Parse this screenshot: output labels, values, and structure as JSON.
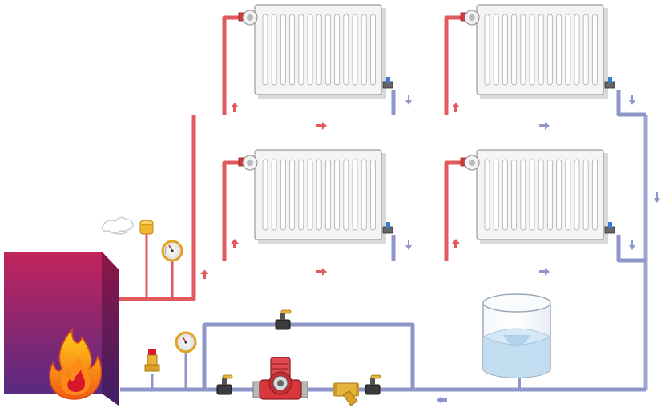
{
  "diagram": {
    "components": {
      "boiler": {
        "icon": "flame-icon"
      },
      "radiators": [
        {
          "id": "radiator-upper-left"
        },
        {
          "id": "radiator-upper-right"
        },
        {
          "id": "radiator-lower-left"
        },
        {
          "id": "radiator-lower-right"
        }
      ],
      "pump": {
        "icon": "pump-icon"
      },
      "expansion_tank": {
        "icon": "tank-icon"
      },
      "air_vent": {
        "icon": "air-vent-icon"
      },
      "pressure_gauges": [
        "gauge-top",
        "gauge-bottom"
      ],
      "safety_valve": {
        "icon": "safety-valve-icon"
      },
      "filter": {
        "icon": "strainer-icon"
      }
    },
    "colors": {
      "hot_pipe": "#e05a5e",
      "cold_pipe": "#8f96c8",
      "boiler_front": "#b51f55",
      "boiler_side": "#7a1440",
      "boiler_top": "#e0337a",
      "radiator_fill": "#f4f4f4",
      "radiator_stroke": "#9a9a9a",
      "water": "#bcd9ef"
    }
  }
}
